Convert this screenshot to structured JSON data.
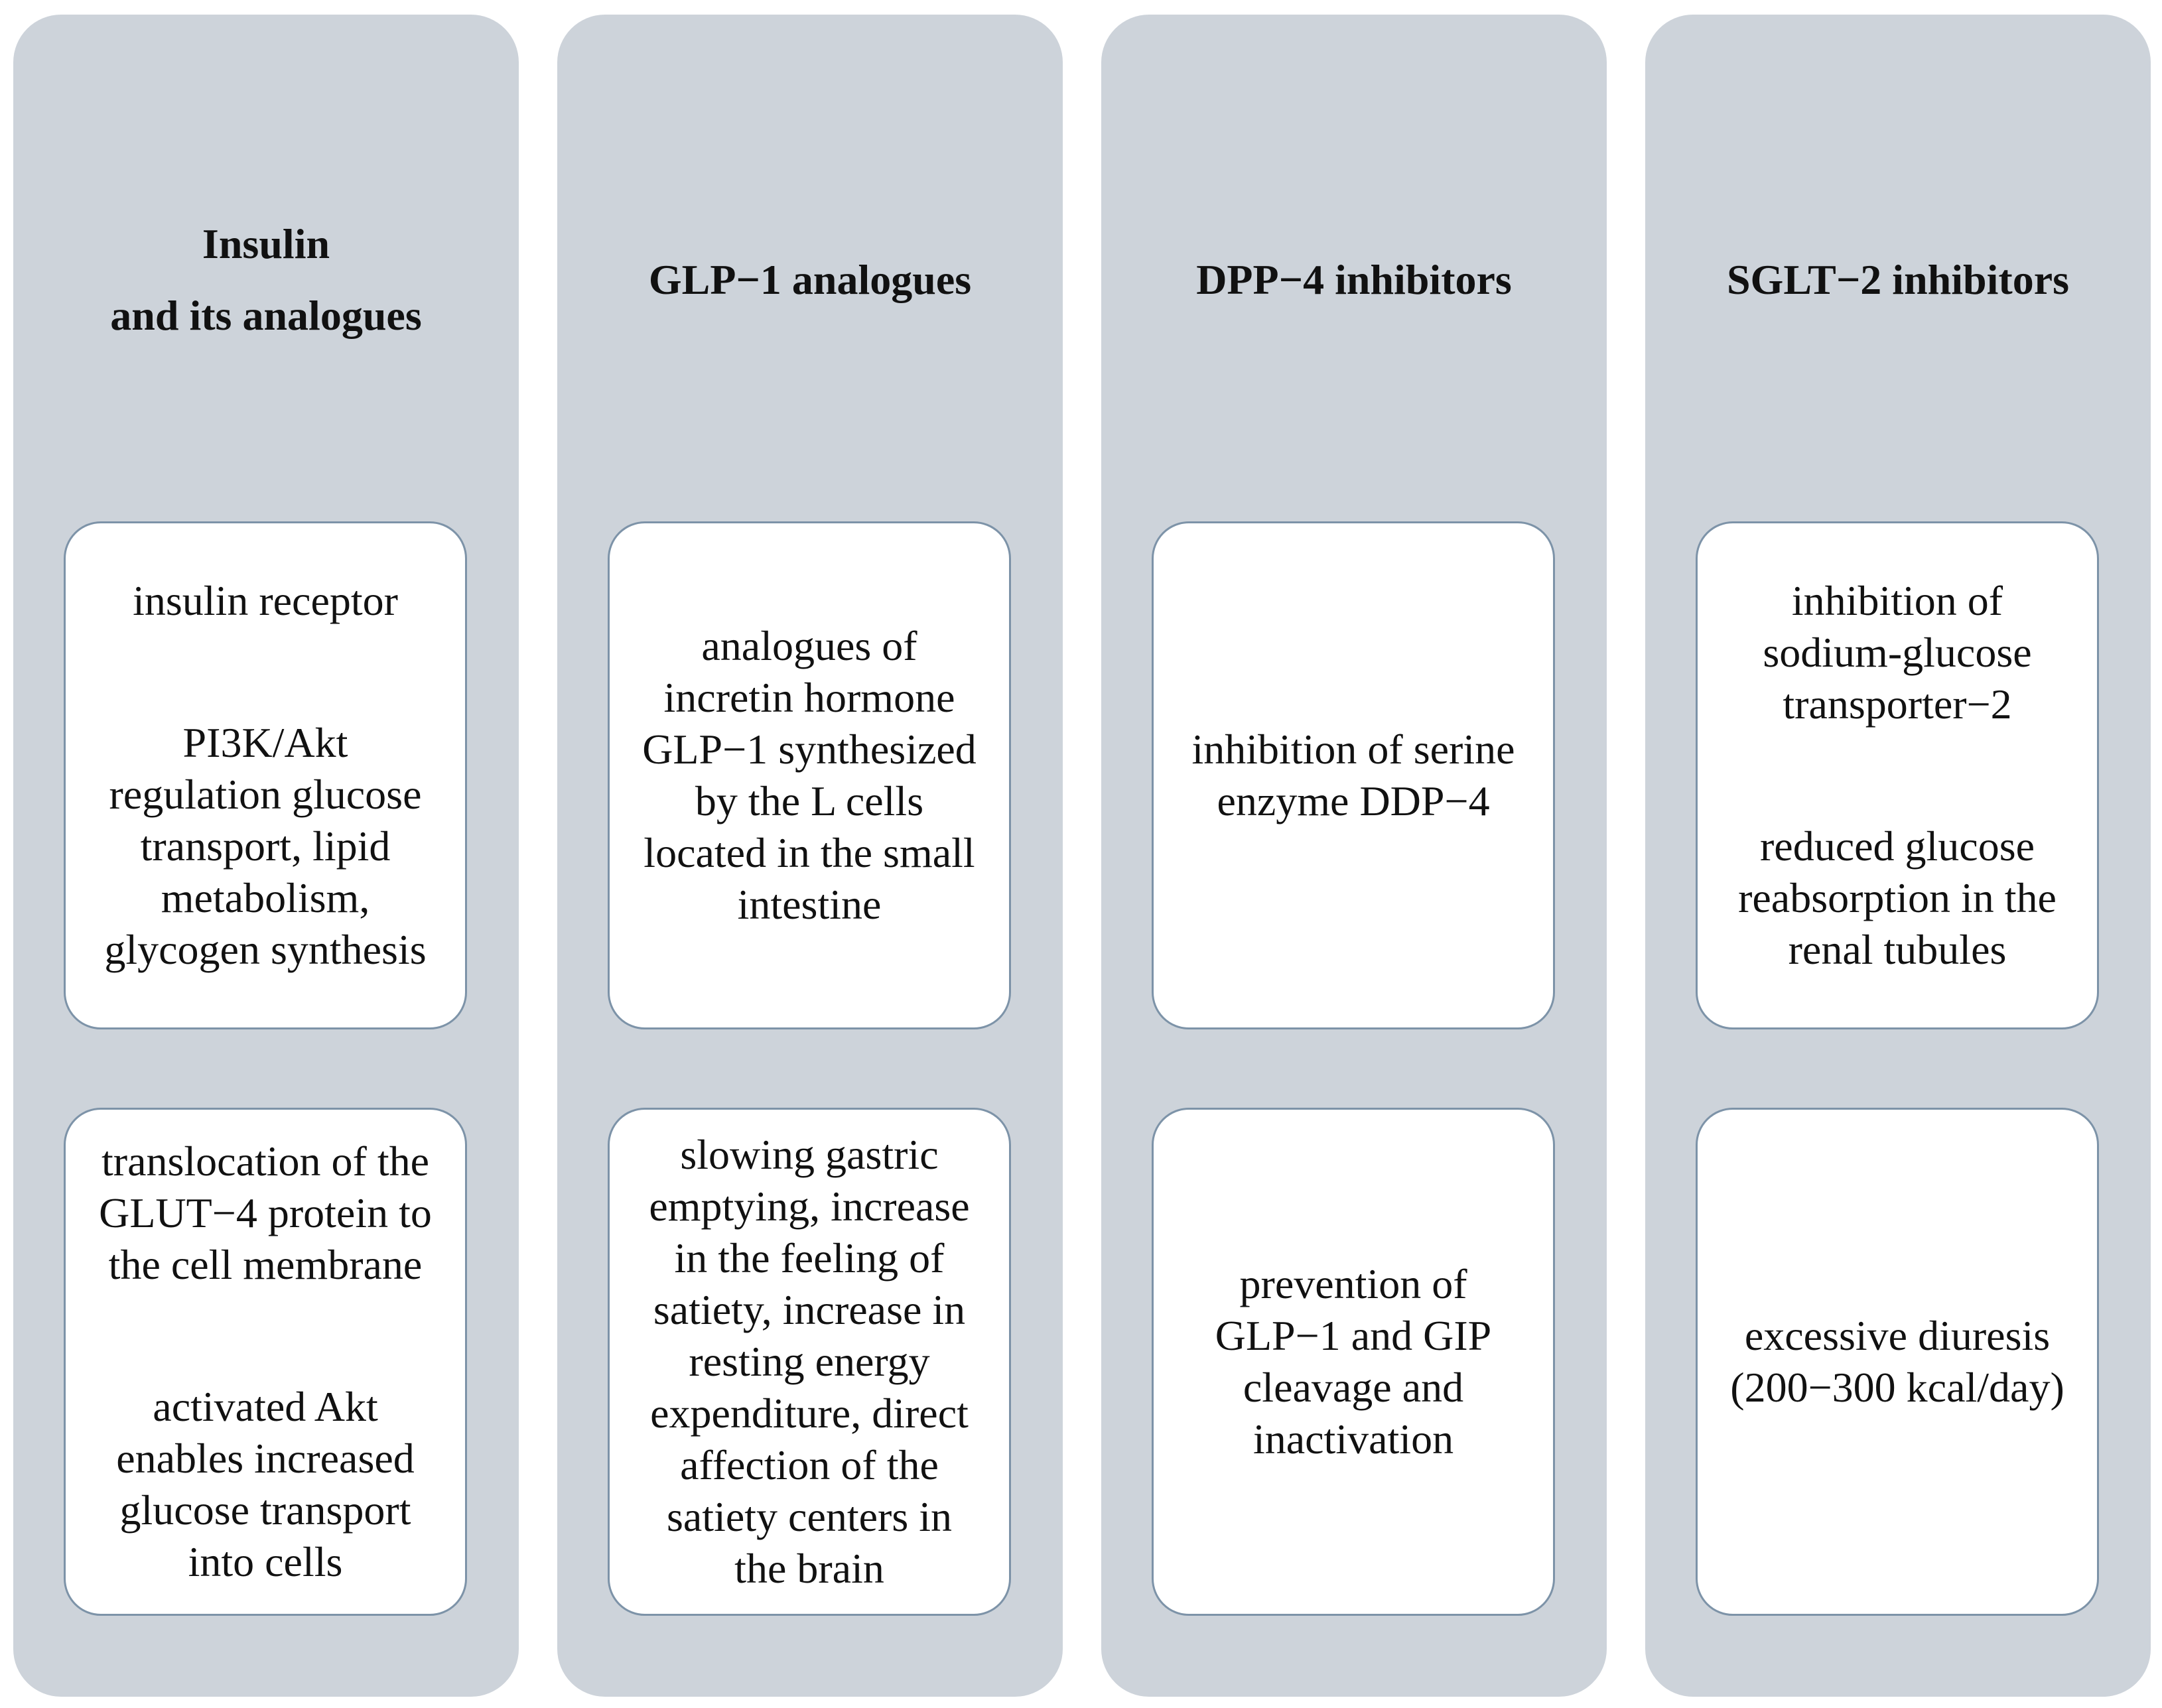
{
  "columns": [
    {
      "title": "Insulin\nand its analogues",
      "top_box": [
        "insulin receptor",
        "PI3K/Akt\nregulation glucose\ntransport, lipid\nmetabolism,\nglycogen synthesis"
      ],
      "bottom_box": [
        "translocation of the\nGLUT−4 protein to\nthe cell membrane",
        "activated Akt\nenables increased\nglucose transport\ninto cells"
      ]
    },
    {
      "title": "GLP−1 analogues",
      "top_box": [
        "analogues of\nincretin hormone\nGLP−1 synthesized\nby the L cells\nlocated in the small\nintestine"
      ],
      "bottom_box": [
        "slowing gastric\nemptying, increase\nin the feeling of\nsatiety, increase in\nresting energy\nexpenditure, direct\naffection of the\nsatiety centers in\nthe brain"
      ]
    },
    {
      "title": "DPP−4 inhibitors",
      "top_box": [
        "inhibition of serine\nenzyme DDP−4"
      ],
      "bottom_box": [
        "prevention of\nGLP−1 and GIP\ncleavage and\ninactivation"
      ]
    },
    {
      "title": "SGLT−2 inhibitors",
      "top_box": [
        "inhibition of\nsodium-glucose\ntransporter−2",
        "reduced glucose\nreabsorption in the\nrenal tubules"
      ],
      "bottom_box": [
        "excessive diuresis\n(200−300 kcal/day)"
      ]
    }
  ]
}
